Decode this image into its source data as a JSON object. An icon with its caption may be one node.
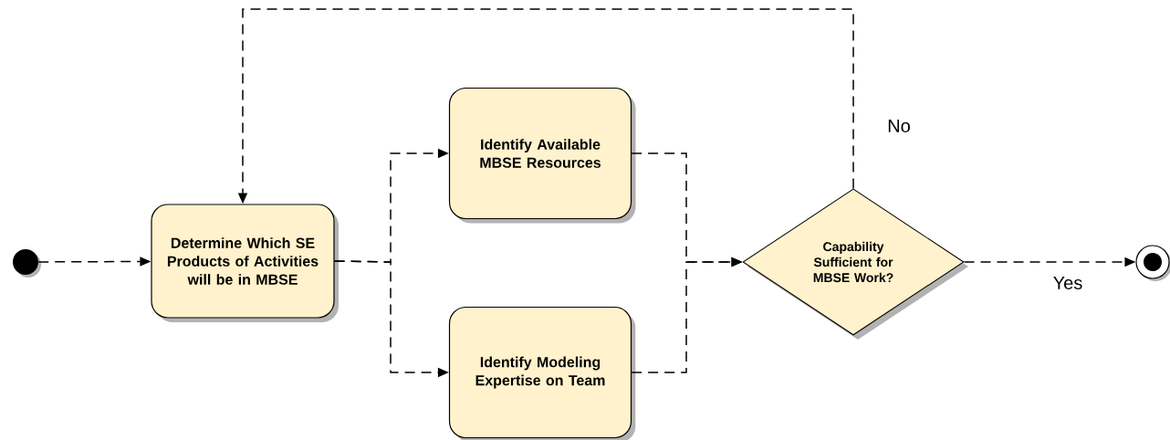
{
  "diagram": {
    "nodes": [
      {
        "text": [],
        "shape": "circle"
      },
      {
        "text": [
          "Determine Which SE Products of Activities will be in MBSE"
        ]
      },
      {
        "text": [
          "Identify Available MBSE Resources"
        ]
      },
      {
        "text": [
          "Identify Modeling Expertise on Team"
        ]
      },
      {
        "text": [
          "Capability Sufficient for MBSE Work?"
        ]
      },
      {
        "text": [],
        "shape": "circle"
      }
    ],
    "edges": [
      {
        "from": 0,
        "to": 1,
        "arrow": "to",
        "style": "dashed"
      },
      {
        "from": 1,
        "to": 2,
        "arrow": "to",
        "style": "dashed"
      },
      {
        "from": 1,
        "to": 3,
        "arrow": "to",
        "style": "dashed"
      },
      {
        "from": 2,
        "to": 4,
        "arrow": "to",
        "style": "dashed"
      },
      {
        "from": 3,
        "to": 4,
        "arrow": "to",
        "style": "dashed"
      },
      {
        "from": 4,
        "to": 5,
        "arrow": "to",
        "style": "dashed",
        "label": "Yes"
      },
      {
        "from": 4,
        "to": 1,
        "arrow": "to",
        "style": "dashed",
        "label": "No"
      }
    ]
  }
}
